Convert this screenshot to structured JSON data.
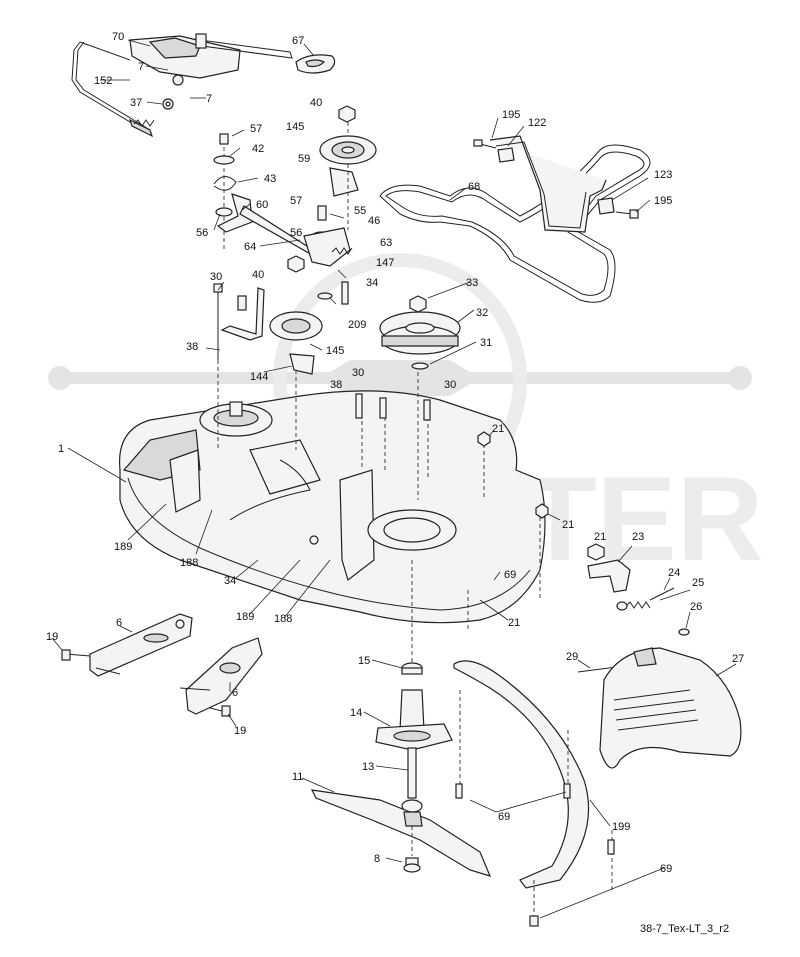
{
  "drawing_ref": "38-7_Tex-LT_3_r2",
  "watermark": "SCOOTER",
  "callouts": [
    {
      "id": "c70",
      "label": "70"
    },
    {
      "id": "c7a",
      "label": "7"
    },
    {
      "id": "c7b",
      "label": "7"
    },
    {
      "id": "c152",
      "label": "152"
    },
    {
      "id": "c37",
      "label": "37"
    },
    {
      "id": "c67",
      "label": "67"
    },
    {
      "id": "c40a",
      "label": "40"
    },
    {
      "id": "c145a",
      "label": "145"
    },
    {
      "id": "c59",
      "label": "59"
    },
    {
      "id": "c57a",
      "label": "57"
    },
    {
      "id": "c42",
      "label": "42"
    },
    {
      "id": "c43",
      "label": "43"
    },
    {
      "id": "c60",
      "label": "60"
    },
    {
      "id": "c56a",
      "label": "56"
    },
    {
      "id": "c64",
      "label": "64"
    },
    {
      "id": "c57b",
      "label": "57"
    },
    {
      "id": "c55",
      "label": "55"
    },
    {
      "id": "c46",
      "label": "46"
    },
    {
      "id": "c56b",
      "label": "56"
    },
    {
      "id": "c63",
      "label": "63"
    },
    {
      "id": "c147",
      "label": "147"
    },
    {
      "id": "c40b",
      "label": "40"
    },
    {
      "id": "c34a",
      "label": "34"
    },
    {
      "id": "c209",
      "label": "209"
    },
    {
      "id": "c195a",
      "label": "195"
    },
    {
      "id": "c122",
      "label": "122"
    },
    {
      "id": "c68",
      "label": "68"
    },
    {
      "id": "c123",
      "label": "123"
    },
    {
      "id": "c195b",
      "label": "195"
    },
    {
      "id": "c33",
      "label": "33"
    },
    {
      "id": "c32",
      "label": "32"
    },
    {
      "id": "c31",
      "label": "31"
    },
    {
      "id": "c30a",
      "label": "30"
    },
    {
      "id": "c38a",
      "label": "38"
    },
    {
      "id": "c145b",
      "label": "145"
    },
    {
      "id": "c144",
      "label": "144"
    },
    {
      "id": "c38b",
      "label": "38"
    },
    {
      "id": "c30b",
      "label": "30"
    },
    {
      "id": "c30c",
      "label": "30"
    },
    {
      "id": "c21a",
      "label": "21"
    },
    {
      "id": "c1",
      "label": "1"
    },
    {
      "id": "c189a",
      "label": "189"
    },
    {
      "id": "c188a",
      "label": "188"
    },
    {
      "id": "c34b",
      "label": "34"
    },
    {
      "id": "c189b",
      "label": "189"
    },
    {
      "id": "c188b",
      "label": "188"
    },
    {
      "id": "c69a",
      "label": "69"
    },
    {
      "id": "c21b",
      "label": "21"
    },
    {
      "id": "c21c",
      "label": "21"
    },
    {
      "id": "c21d",
      "label": "21"
    },
    {
      "id": "c23",
      "label": "23"
    },
    {
      "id": "c24",
      "label": "24"
    },
    {
      "id": "c25",
      "label": "25"
    },
    {
      "id": "c26",
      "label": "26"
    },
    {
      "id": "c29",
      "label": "29"
    },
    {
      "id": "c27",
      "label": "27"
    },
    {
      "id": "c6a",
      "label": "6"
    },
    {
      "id": "c19a",
      "label": "19"
    },
    {
      "id": "c6b",
      "label": "6"
    },
    {
      "id": "c19b",
      "label": "19"
    },
    {
      "id": "c15",
      "label": "15"
    },
    {
      "id": "c14",
      "label": "14"
    },
    {
      "id": "c13",
      "label": "13"
    },
    {
      "id": "c11",
      "label": "11"
    },
    {
      "id": "c69b",
      "label": "69"
    },
    {
      "id": "c199",
      "label": "199"
    },
    {
      "id": "c8",
      "label": "8"
    },
    {
      "id": "c69c",
      "label": "69"
    }
  ]
}
